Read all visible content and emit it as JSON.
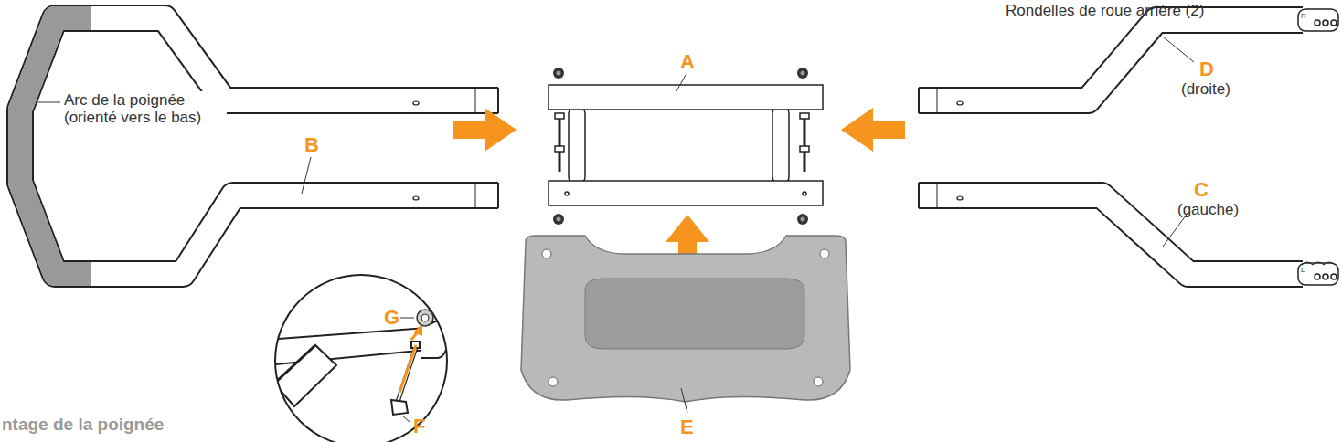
{
  "diagram": {
    "labels": [
      "Rondelles de roue arrière (2)",
      "A",
      "Arc de la poignée (orienté vers le bas)",
      "B",
      "D",
      "(droite)",
      "C",
      "(gauche)",
      "G",
      "F",
      "E",
      "ntage de la poignée",
      "R",
      "L"
    ]
  }
}
